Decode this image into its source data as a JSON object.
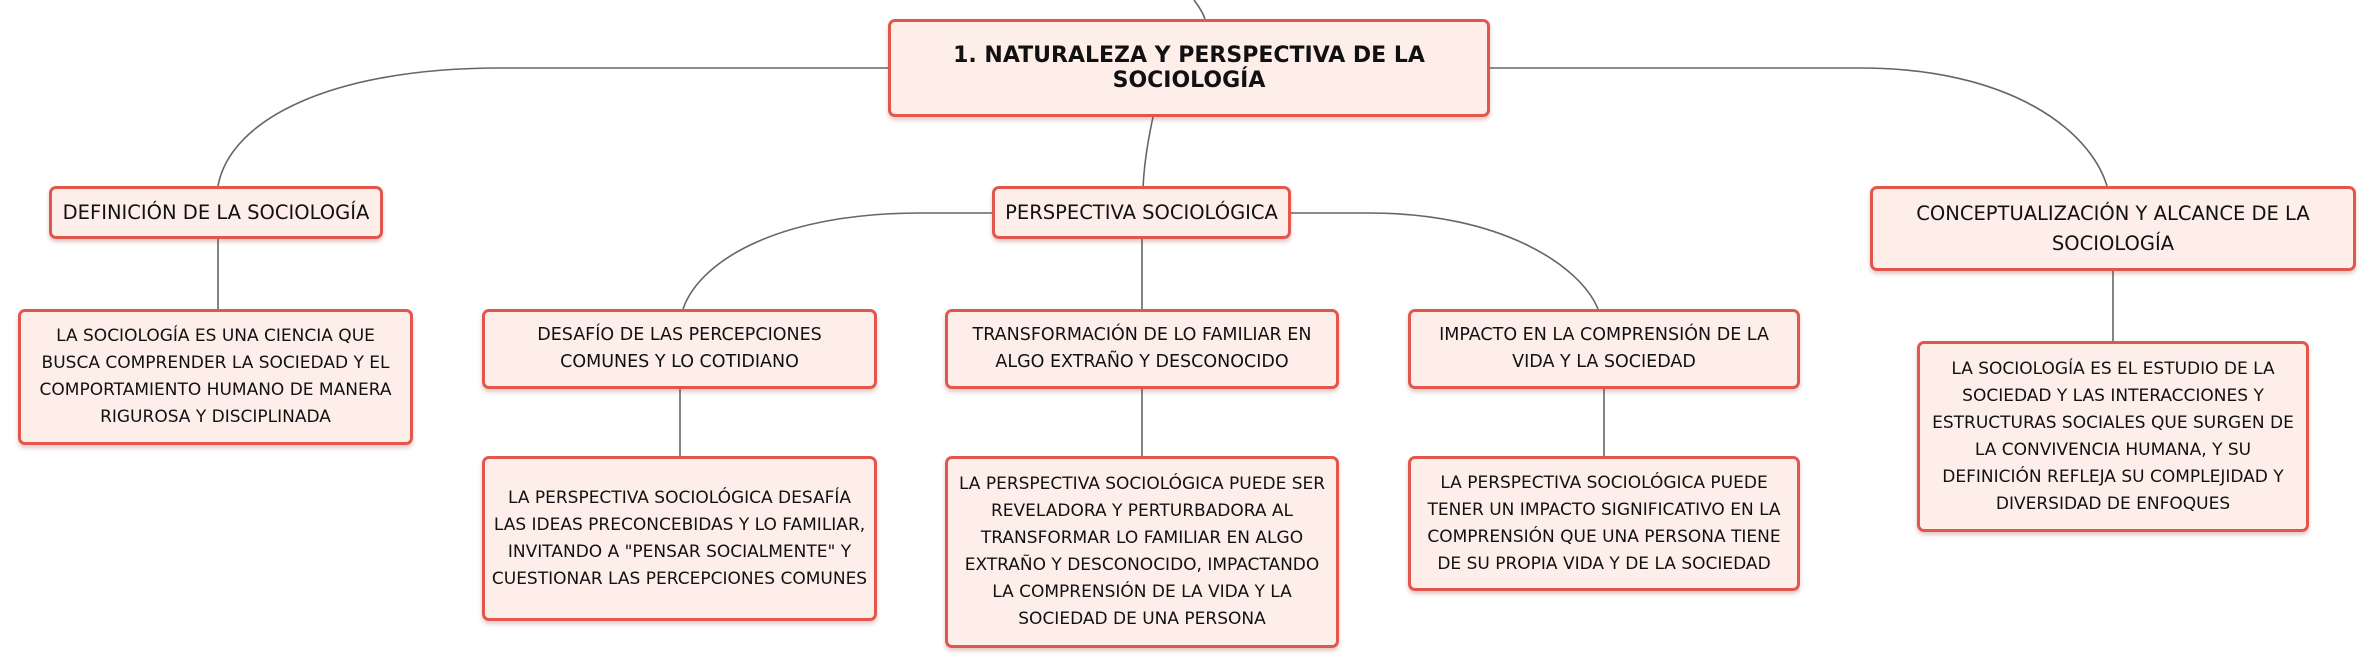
{
  "root": {
    "label": "1. NATURALEZA Y PERSPECTIVA DE LA SOCIOLOGÍA"
  },
  "topics": [
    {
      "label": "DEFINICIÓN DE LA SOCIOLOGÍA",
      "detail": "LA SOCIOLOGÍA ES UNA CIENCIA QUE BUSCA COMPRENDER LA SOCIEDAD Y EL COMPORTAMIENTO HUMANO DE MANERA RIGUROSA Y DISCIPLINADA"
    },
    {
      "label": "PERSPECTIVA SOCIOLÓGICA",
      "subtopics": [
        {
          "label": "DESAFÍO DE LAS PERCEPCIONES COMUNES Y LO COTIDIANO",
          "detail": "LA PERSPECTIVA SOCIOLÓGICA DESAFÍA LAS IDEAS PRECONCEBIDAS Y LO FAMILIAR, INVITANDO A \"PENSAR SOCIALMENTE\" Y CUESTIONAR LAS PERCEPCIONES COMUNES"
        },
        {
          "label": "TRANSFORMACIÓN DE LO FAMILIAR EN ALGO EXTRAÑO Y DESCONOCIDO",
          "detail": "LA PERSPECTIVA SOCIOLÓGICA PUEDE SER REVELADORA Y PERTURBADORA AL TRANSFORMAR LO FAMILIAR EN ALGO EXTRAÑO Y DESCONOCIDO, IMPACTANDO LA COMPRENSIÓN DE LA VIDA Y LA SOCIEDAD DE UNA PERSONA"
        },
        {
          "label": "IMPACTO EN LA COMPRENSIÓN DE LA VIDA Y LA SOCIEDAD",
          "detail": "LA PERSPECTIVA SOCIOLÓGICA PUEDE TENER UN IMPACTO SIGNIFICATIVO EN LA COMPRENSIÓN QUE UNA PERSONA TIENE DE SU PROPIA VIDA Y DE LA SOCIEDAD"
        }
      ]
    },
    {
      "label": "CONCEPTUALIZACIÓN Y ALCANCE DE LA SOCIOLOGÍA",
      "detail": "LA SOCIOLOGÍA ES EL ESTUDIO DE LA SOCIEDAD Y LAS INTERACCIONES Y ESTRUCTURAS SOCIALES QUE SURGEN DE LA CONVIVENCIA HUMANA, Y SU DEFINICIÓN REFLEJA SU COMPLEJIDAD Y DIVERSIDAD DE ENFOQUES"
    }
  ],
  "colors": {
    "node_fill": "#fdeeea",
    "node_border": "#e2574c",
    "connector": "#666666",
    "text": "#111111"
  }
}
